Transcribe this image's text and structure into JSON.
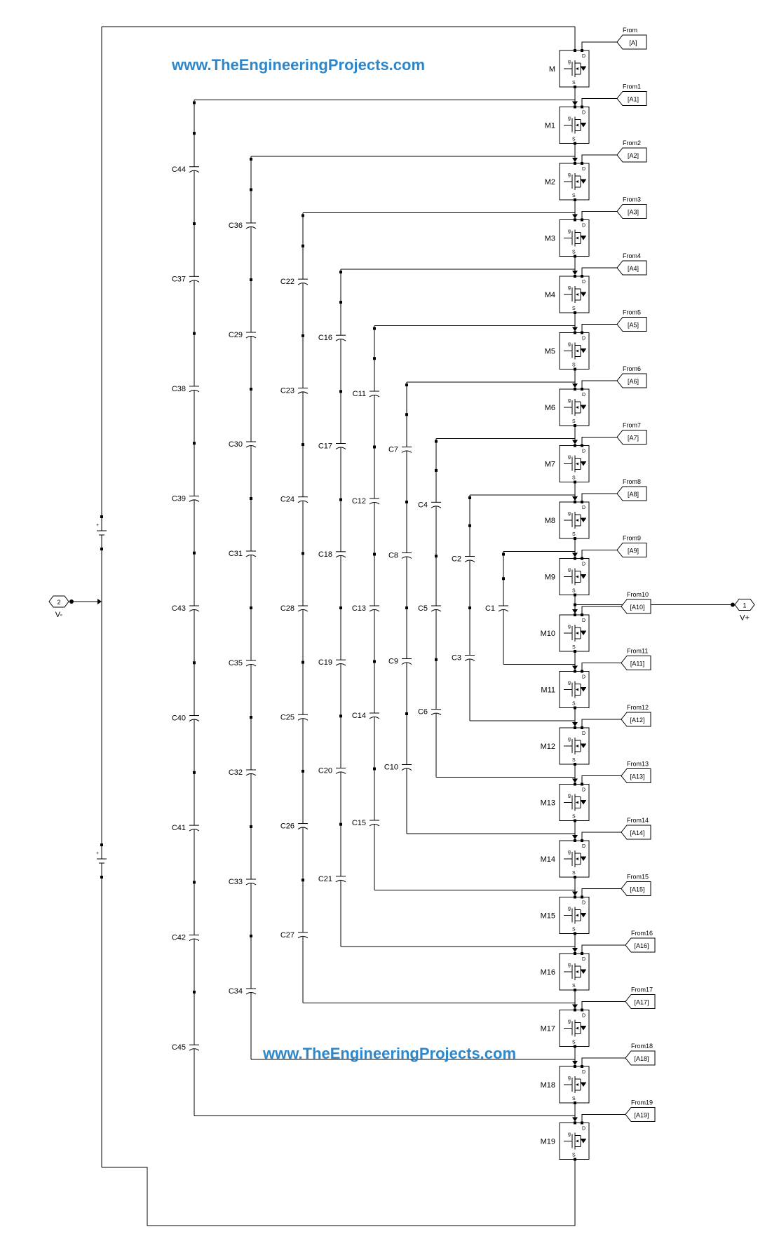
{
  "watermarks": {
    "top": "www.TheEngineeringProjects.com",
    "bottom": "www.TheEngineeringProjects.com"
  },
  "ports": {
    "negative": {
      "number": "2",
      "label": "V-"
    },
    "positive": {
      "number": "1",
      "label": "V+"
    }
  },
  "mosfets": [
    {
      "name": "M",
      "tag_title": "From",
      "tag": "[A]"
    },
    {
      "name": "M1",
      "tag_title": "From1",
      "tag": "[A1]"
    },
    {
      "name": "M2",
      "tag_title": "From2",
      "tag": "[A2]"
    },
    {
      "name": "M3",
      "tag_title": "From3",
      "tag": "[A3]"
    },
    {
      "name": "M4",
      "tag_title": "From4",
      "tag": "[A4]"
    },
    {
      "name": "M5",
      "tag_title": "From5",
      "tag": "[A5]"
    },
    {
      "name": "M6",
      "tag_title": "From6",
      "tag": "[A6]"
    },
    {
      "name": "M7",
      "tag_title": "From7",
      "tag": "[A7]"
    },
    {
      "name": "M8",
      "tag_title": "From8",
      "tag": "[A8]"
    },
    {
      "name": "M9",
      "tag_title": "From9",
      "tag": "[A9]"
    },
    {
      "name": "M10",
      "tag_title": "From10",
      "tag": "[A10]"
    },
    {
      "name": "M11",
      "tag_title": "From11",
      "tag": "[A11]"
    },
    {
      "name": "M12",
      "tag_title": "From12",
      "tag": "[A12]"
    },
    {
      "name": "M13",
      "tag_title": "From13",
      "tag": "[A13]"
    },
    {
      "name": "M14",
      "tag_title": "From14",
      "tag": "[A14]"
    },
    {
      "name": "M15",
      "tag_title": "From15",
      "tag": "[A15]"
    },
    {
      "name": "M16",
      "tag_title": "From16",
      "tag": "[A16]"
    },
    {
      "name": "M17",
      "tag_title": "From17",
      "tag": "[A17]"
    },
    {
      "name": "M18",
      "tag_title": "From18",
      "tag": "[A18]"
    },
    {
      "name": "M19",
      "tag_title": "From19",
      "tag": "[A19]"
    }
  ],
  "capacitor_columns": [
    [
      "C44",
      "C37",
      "C38",
      "C39",
      "C43",
      "C40",
      "C41",
      "C42",
      "C45"
    ],
    [
      "C36",
      "C29",
      "C30",
      "C31",
      "C35",
      "C32",
      "C33",
      "C34"
    ],
    [
      "C22",
      "C23",
      "C24",
      "C28",
      "C25",
      "C26",
      "C27"
    ],
    [
      "C16",
      "C17",
      "C18",
      "C19",
      "C20",
      "C21"
    ],
    [
      "C11",
      "C12",
      "C13",
      "C14",
      "C15"
    ],
    [
      "C7",
      "C8",
      "C9",
      "C10"
    ],
    [
      "C4",
      "C5",
      "C6"
    ],
    [
      "C2",
      "C3"
    ],
    [
      "C1"
    ]
  ]
}
